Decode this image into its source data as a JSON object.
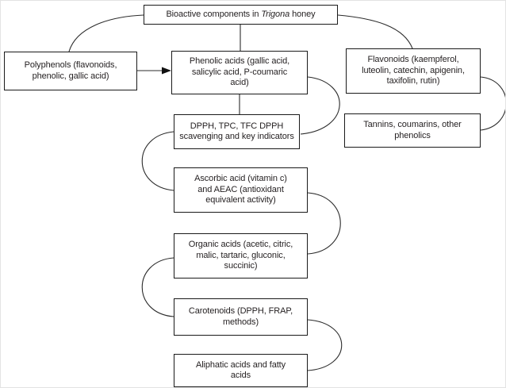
{
  "diagram": {
    "title": {
      "prefix": "Bioactive components in ",
      "italic": "Trigona",
      "suffix": " honey"
    },
    "nodes": {
      "polyphenols": {
        "lines": [
          "Polyphenols (flavonoids,",
          "phenolic, gallic acid)"
        ]
      },
      "phenolic_acids": {
        "lines": [
          "Phenolic acids (gallic acid,",
          "salicylic acid, P-coumaric",
          "acid)"
        ]
      },
      "flavonoids": {
        "lines": [
          "Flavonoids (kaempferol,",
          "luteolin, catechin, apigenin,",
          "taxifolin, rutin)"
        ]
      },
      "dpph": {
        "lines": [
          "DPPH, TPC, TFC DPPH",
          "scavenging and key indicators"
        ]
      },
      "tannins": {
        "lines": [
          "Tannins, coumarins, other",
          "phenolics"
        ]
      },
      "ascorbic": {
        "lines": [
          "Ascorbic acid (vitamin c)",
          "and AEAC (antioxidant",
          "equivalent activity)"
        ]
      },
      "organic_acids": {
        "lines": [
          "Organic acids (acetic, citric,",
          "malic, tartaric, gluconic,",
          "succinic)"
        ]
      },
      "carotenoids": {
        "lines": [
          "Carotenoids (DPPH, FRAP,",
          "methods)"
        ]
      },
      "aliphatic": {
        "lines": [
          "Aliphatic acids and fatty",
          "acids"
        ]
      }
    },
    "colors": {
      "line": "#2b2b2b",
      "box_border": "#1a1a1a",
      "text": "#231f20",
      "background": "#ffffff"
    }
  }
}
